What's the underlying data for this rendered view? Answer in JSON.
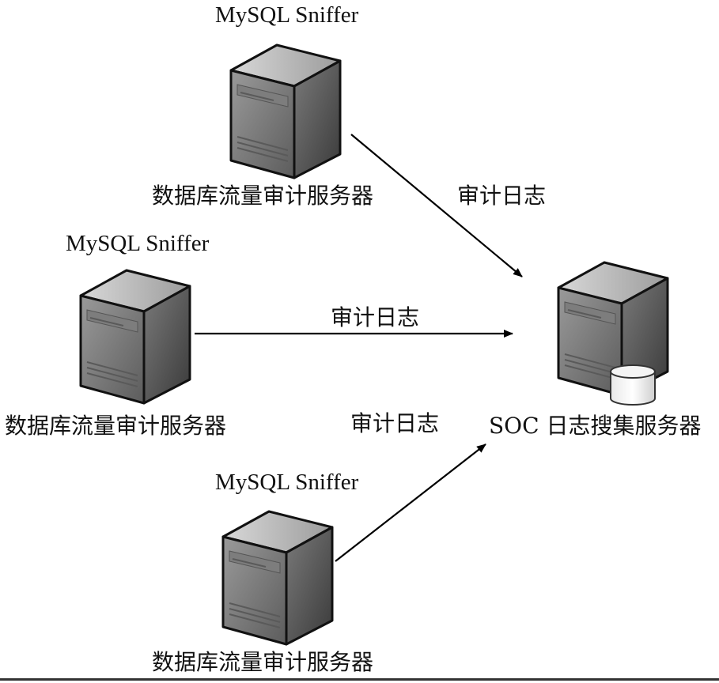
{
  "nodes": {
    "top": {
      "tool": "MySQL Sniffer",
      "name": "数据库流量审计服务器",
      "icon": "server-tower-icon"
    },
    "middle": {
      "tool": "MySQL Sniffer",
      "name": "数据库流量审计服务器",
      "icon": "server-tower-icon"
    },
    "bottom": {
      "tool": "MySQL Sniffer",
      "name": "数据库流量审计服务器",
      "icon": "server-tower-icon"
    },
    "soc": {
      "name": "SOC 日志搜集服务器",
      "icon": "database-server-icon"
    }
  },
  "edges": [
    {
      "from": "top",
      "to": "soc",
      "label": "审计日志"
    },
    {
      "from": "middle",
      "to": "soc",
      "label": "审计日志"
    },
    {
      "from": "bottom",
      "to": "soc",
      "label": "审计日志"
    }
  ],
  "colors": {
    "server_dark": "#4a4a4a",
    "server_mid": "#8a8a8a",
    "server_light": "#cfcfcf",
    "line": "#000000"
  }
}
